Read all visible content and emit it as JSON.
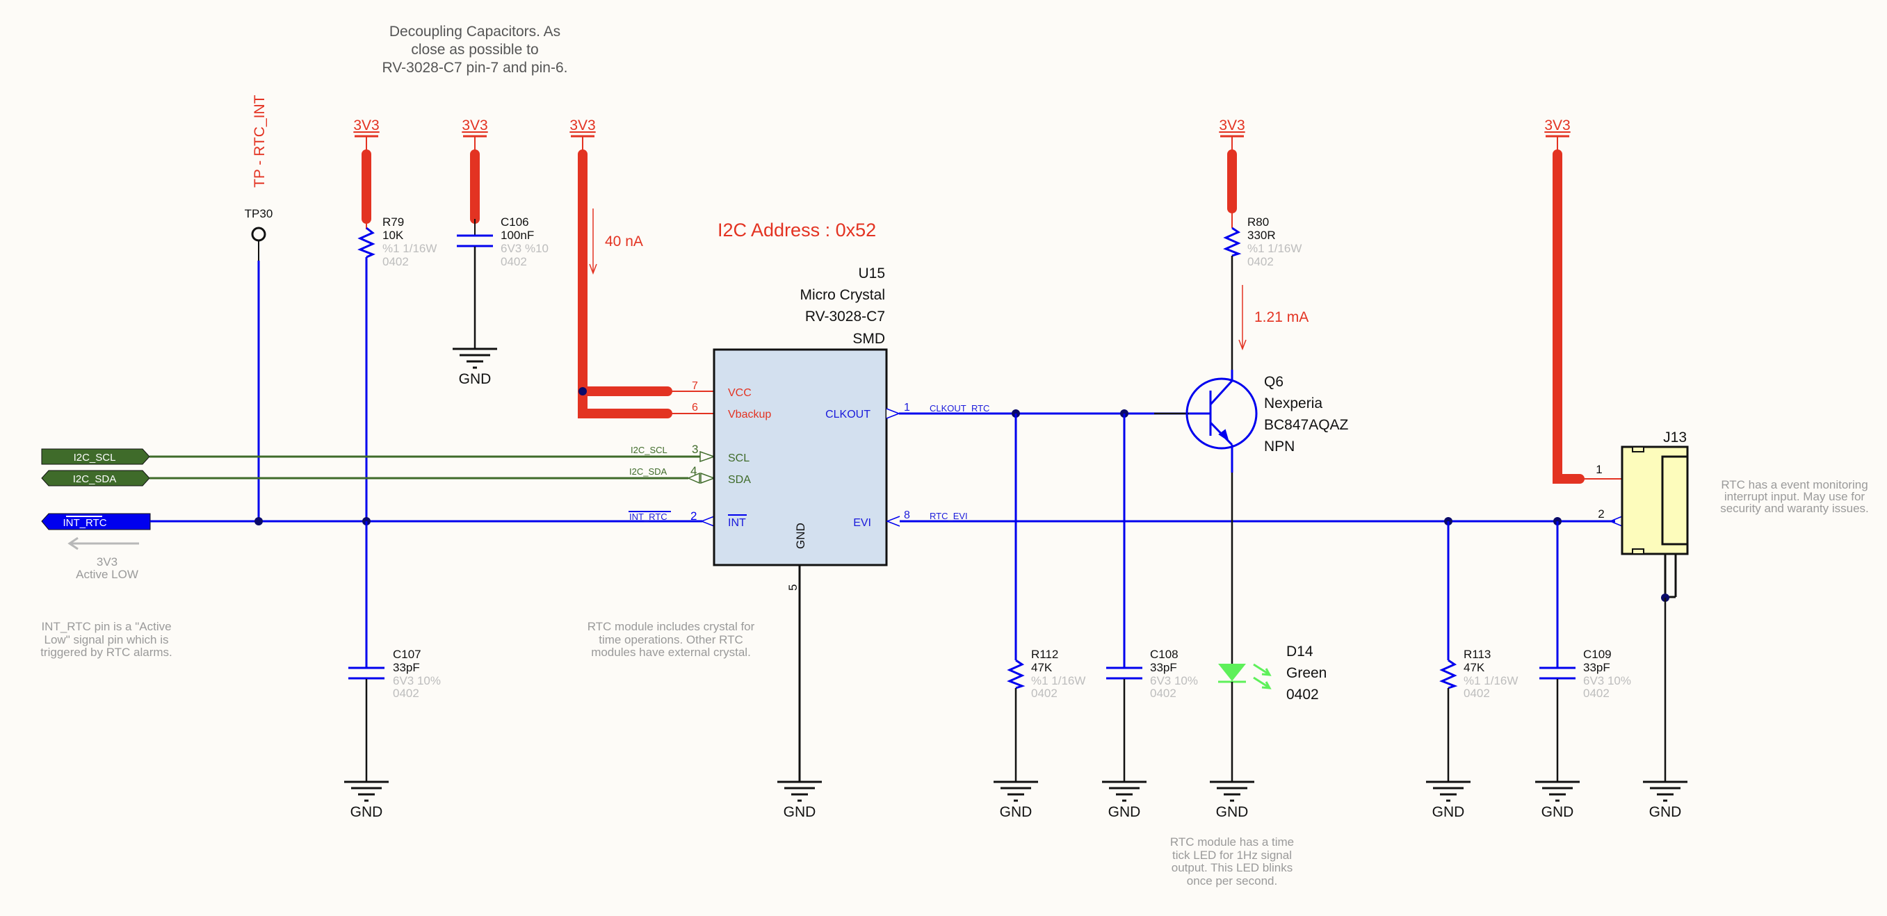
{
  "notes": {
    "decoupling": [
      "Decoupling Capacitors. As",
      "close as possible to",
      "RV-3028-C7 pin-7 and pin-6."
    ],
    "int_rtc": [
      "INT_RTC pin is a \"Active",
      "Low\" signal pin which is",
      "triggered by RTC alarms."
    ],
    "crystal": [
      "RTC module includes crystal for",
      "time operations. Other RTC",
      "modules have external crystal."
    ],
    "led": [
      "RTC module has a time",
      "tick LED for 1Hz signal",
      "output. This LED blinks",
      "once per second."
    ],
    "evi": [
      "RTC has a event monitoring",
      "interrupt input. May use for",
      "security and waranty issues."
    ],
    "active_low": [
      "3V3",
      "Active LOW"
    ]
  },
  "annotations": {
    "i2c_address": "I2C Address : 0x52",
    "current_vcc": "40 nA",
    "current_led": "1.21 mA",
    "tp_label": "TP - RTC_INT"
  },
  "power": {
    "label": "3V3",
    "ground": "GND"
  },
  "ports": [
    {
      "name": "I2C_SCL",
      "color": "#3f6b2a"
    },
    {
      "name": "I2C_SDA",
      "color": "#3f6b2a"
    },
    {
      "name": "INT_RTC",
      "color": "#0000ee"
    }
  ],
  "testpoint": {
    "ref": "TP30"
  },
  "u15": {
    "ref": "U15",
    "manufacturer": "Micro Crystal",
    "part": "RV-3028-C7",
    "package": "SMD",
    "pins": {
      "vcc": {
        "num": "7",
        "name": "VCC"
      },
      "vbackup": {
        "num": "6",
        "name": "Vbackup"
      },
      "scl": {
        "num": "3",
        "name": "SCL",
        "net": "I2C_SCL"
      },
      "sda": {
        "num": "4",
        "name": "SDA",
        "net": "I2C_SDA"
      },
      "int": {
        "num": "2",
        "name": "INT",
        "net": "INT_RTC"
      },
      "gnd": {
        "num": "5",
        "name": "GND"
      },
      "clkout": {
        "num": "1",
        "name": "CLKOUT",
        "net": "CLKOUT_RTC"
      },
      "evi": {
        "num": "8",
        "name": "EVI",
        "net": "RTC_EVI"
      }
    }
  },
  "q6": {
    "ref": "Q6",
    "manufacturer": "Nexperia",
    "part": "BC847AQAZ",
    "type": "NPN"
  },
  "d14": {
    "ref": "D14",
    "color": "Green",
    "package": "0402"
  },
  "j13": {
    "ref": "J13",
    "pin1": "1",
    "pin2": "2"
  },
  "resistors": {
    "r79": {
      "ref": "R79",
      "value": "10K",
      "spec": "%1 1/16W",
      "package": "0402"
    },
    "r80": {
      "ref": "R80",
      "value": "330R",
      "spec": "%1 1/16W",
      "package": "0402"
    },
    "r112": {
      "ref": "R112",
      "value": "47K",
      "spec": "%1 1/16W",
      "package": "0402"
    },
    "r113": {
      "ref": "R113",
      "value": "47K",
      "spec": "%1 1/16W",
      "package": "0402"
    }
  },
  "capacitors": {
    "c106": {
      "ref": "C106",
      "value": "100nF",
      "spec": "6V3 %10",
      "package": "0402"
    },
    "c107": {
      "ref": "C107",
      "value": "33pF",
      "spec": "6V3 10%",
      "package": "0402"
    },
    "c108": {
      "ref": "C108",
      "value": "33pF",
      "spec": "6V3 10%",
      "package": "0402"
    },
    "c109": {
      "ref": "C109",
      "value": "33pF",
      "spec": "6V3 10%",
      "package": "0402"
    }
  },
  "colors": {
    "power": "#e33322",
    "signal": "#0000ee",
    "i2c": "#3f6b2a",
    "junction": "#0a0a6a",
    "ic_fill": "#d3e0ef",
    "connector_fill": "#fdfcbc",
    "led": "#5ef05a"
  }
}
